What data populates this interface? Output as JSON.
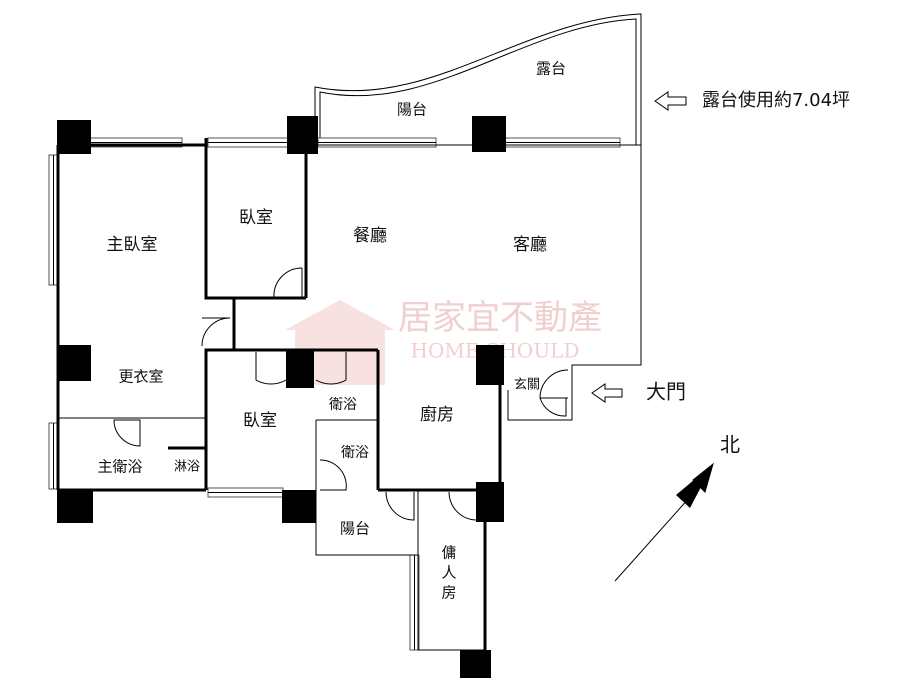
{
  "rooms": {
    "master_bedroom": "主臥室",
    "bedroom_upper": "臥室",
    "dining": "餐廳",
    "living": "客廳",
    "terrace": "露台",
    "balcony_top": "陽台",
    "dressing": "更衣室",
    "master_bath": "主衛浴",
    "shower": "淋浴",
    "bedroom_lower": "臥室",
    "bath_upper": "衛浴",
    "bath_lower": "衛浴",
    "kitchen": "廚房",
    "foyer": "玄關",
    "balcony_bottom": "陽台",
    "maid_room": [
      "傭",
      "人",
      "房"
    ]
  },
  "annotations": {
    "terrace_note": "露台使用約7.04坪",
    "entrance": "大門",
    "north": "北"
  },
  "watermark": {
    "brand": "居家宜不動產",
    "brand_en": "HOME SHOULD"
  },
  "colors": {
    "wall": "#000000",
    "watermark": "#e6a8a8"
  }
}
